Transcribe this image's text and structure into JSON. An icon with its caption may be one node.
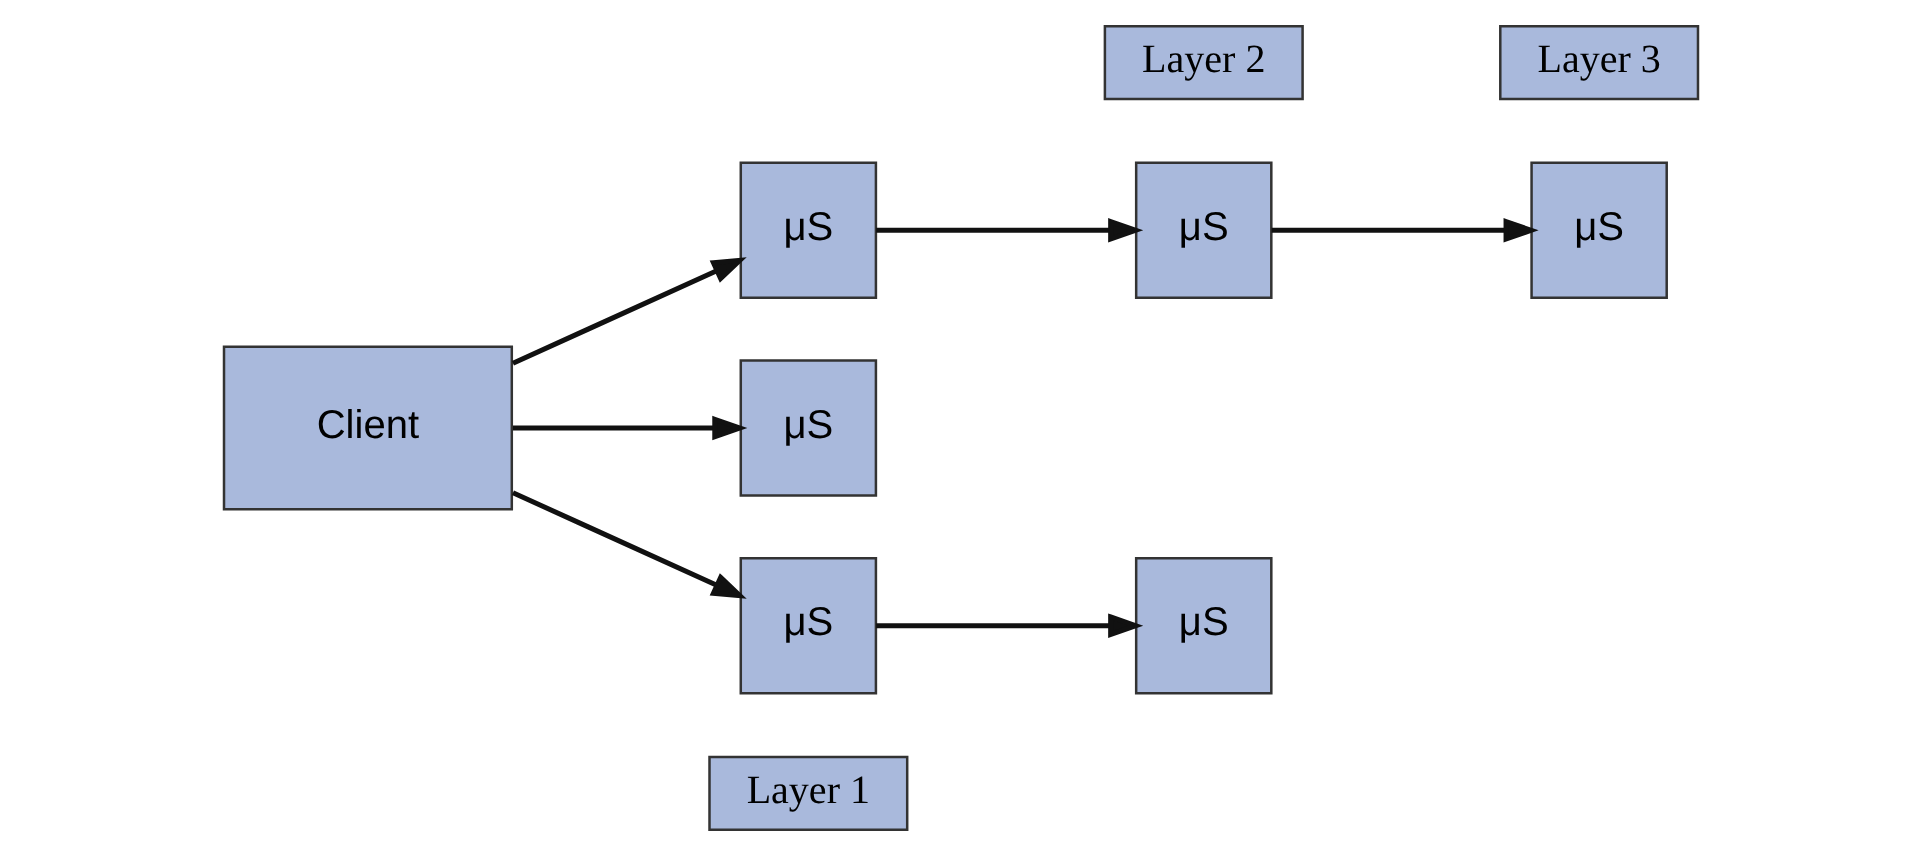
{
  "diagram": {
    "nodes": [
      {
        "text": [
          "Layer 1"
        ]
      },
      {
        "text": [
          "μS"
        ]
      },
      {
        "text": [
          "Layer 2"
        ]
      },
      {
        "text": [
          "Layer 3"
        ]
      },
      {
        "text": [
          "μS"
        ]
      },
      {
        "text": [
          "μS"
        ]
      },
      {
        "text": [
          "Client"
        ]
      },
      {
        "text": [
          "μS"
        ]
      },
      {
        "text": [
          "μS"
        ]
      },
      {
        "text": [
          "μS"
        ]
      }
    ],
    "edges": [
      {
        "from": 6,
        "to": 1,
        "arrow": "to"
      },
      {
        "from": 6,
        "to": 7,
        "arrow": "to"
      },
      {
        "from": 6,
        "to": 9,
        "arrow": "to"
      },
      {
        "from": 1,
        "to": 4,
        "arrow": "to"
      },
      {
        "from": 4,
        "to": 5,
        "arrow": "to"
      },
      {
        "from": 9,
        "to": 8,
        "arrow": "to"
      }
    ]
  }
}
